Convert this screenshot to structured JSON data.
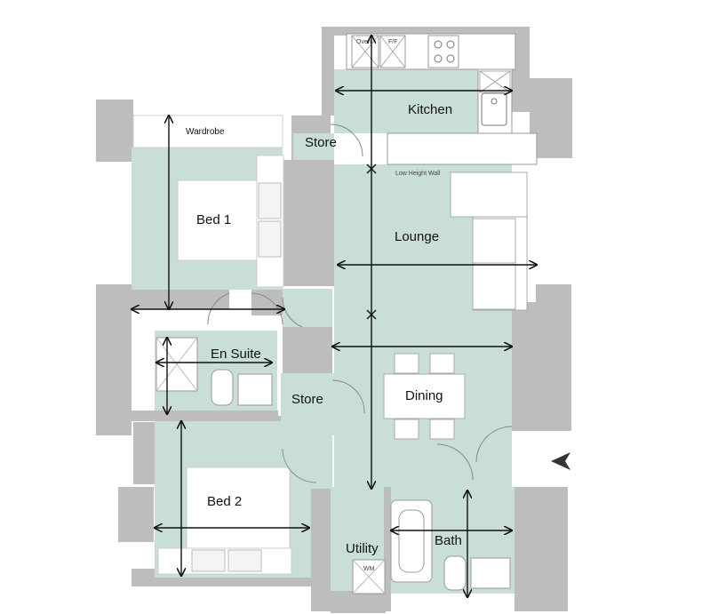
{
  "rooms": {
    "kitchen": "Kitchen",
    "store_top": "Store",
    "lounge": "Lounge",
    "bed1": "Bed 1",
    "en_suite": "En Suite",
    "store_mid": "Store",
    "dining": "Dining",
    "bed2": "Bed 2",
    "utility": "Utility",
    "bath": "Bath"
  },
  "annotations": {
    "wardrobe": "Wardrobe",
    "low_height_wall": "Low Height Wall",
    "oven": "Oven",
    "fridge": "F/F",
    "washer": "WM"
  },
  "colors": {
    "floor": "#c9dfd5",
    "wall": "#bdbdbf",
    "line": "#111111"
  },
  "icons": {
    "entrance": "entrance-arrow-icon"
  }
}
